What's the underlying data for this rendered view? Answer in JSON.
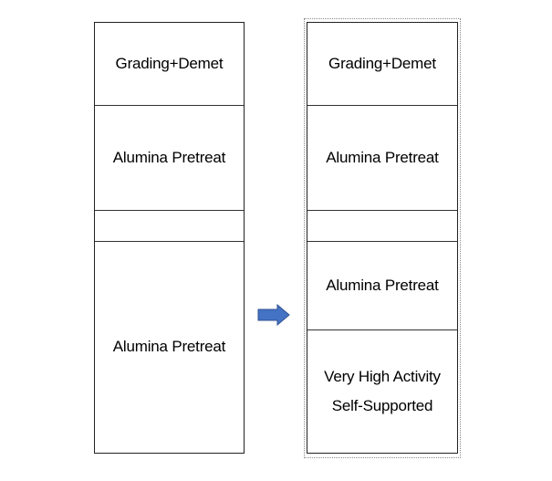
{
  "left_column": {
    "layers": [
      {
        "label": "Grading+Demet"
      },
      {
        "label": "Alumina Pretreat"
      },
      {
        "label": ""
      },
      {
        "label": "Alumina Pretreat"
      }
    ]
  },
  "right_column": {
    "layers": [
      {
        "label": "Grading+Demet"
      },
      {
        "label": "Alumina Pretreat"
      },
      {
        "label": ""
      },
      {
        "label": "Alumina Pretreat"
      },
      {
        "label_line1": "Very High Activity",
        "label_line2": "Self-Supported"
      }
    ]
  },
  "colors": {
    "arrow_fill": "#4472C4",
    "arrow_stroke": "#2F528F",
    "border": "#222222"
  },
  "icons": {
    "arrow": "right-arrow-icon"
  }
}
